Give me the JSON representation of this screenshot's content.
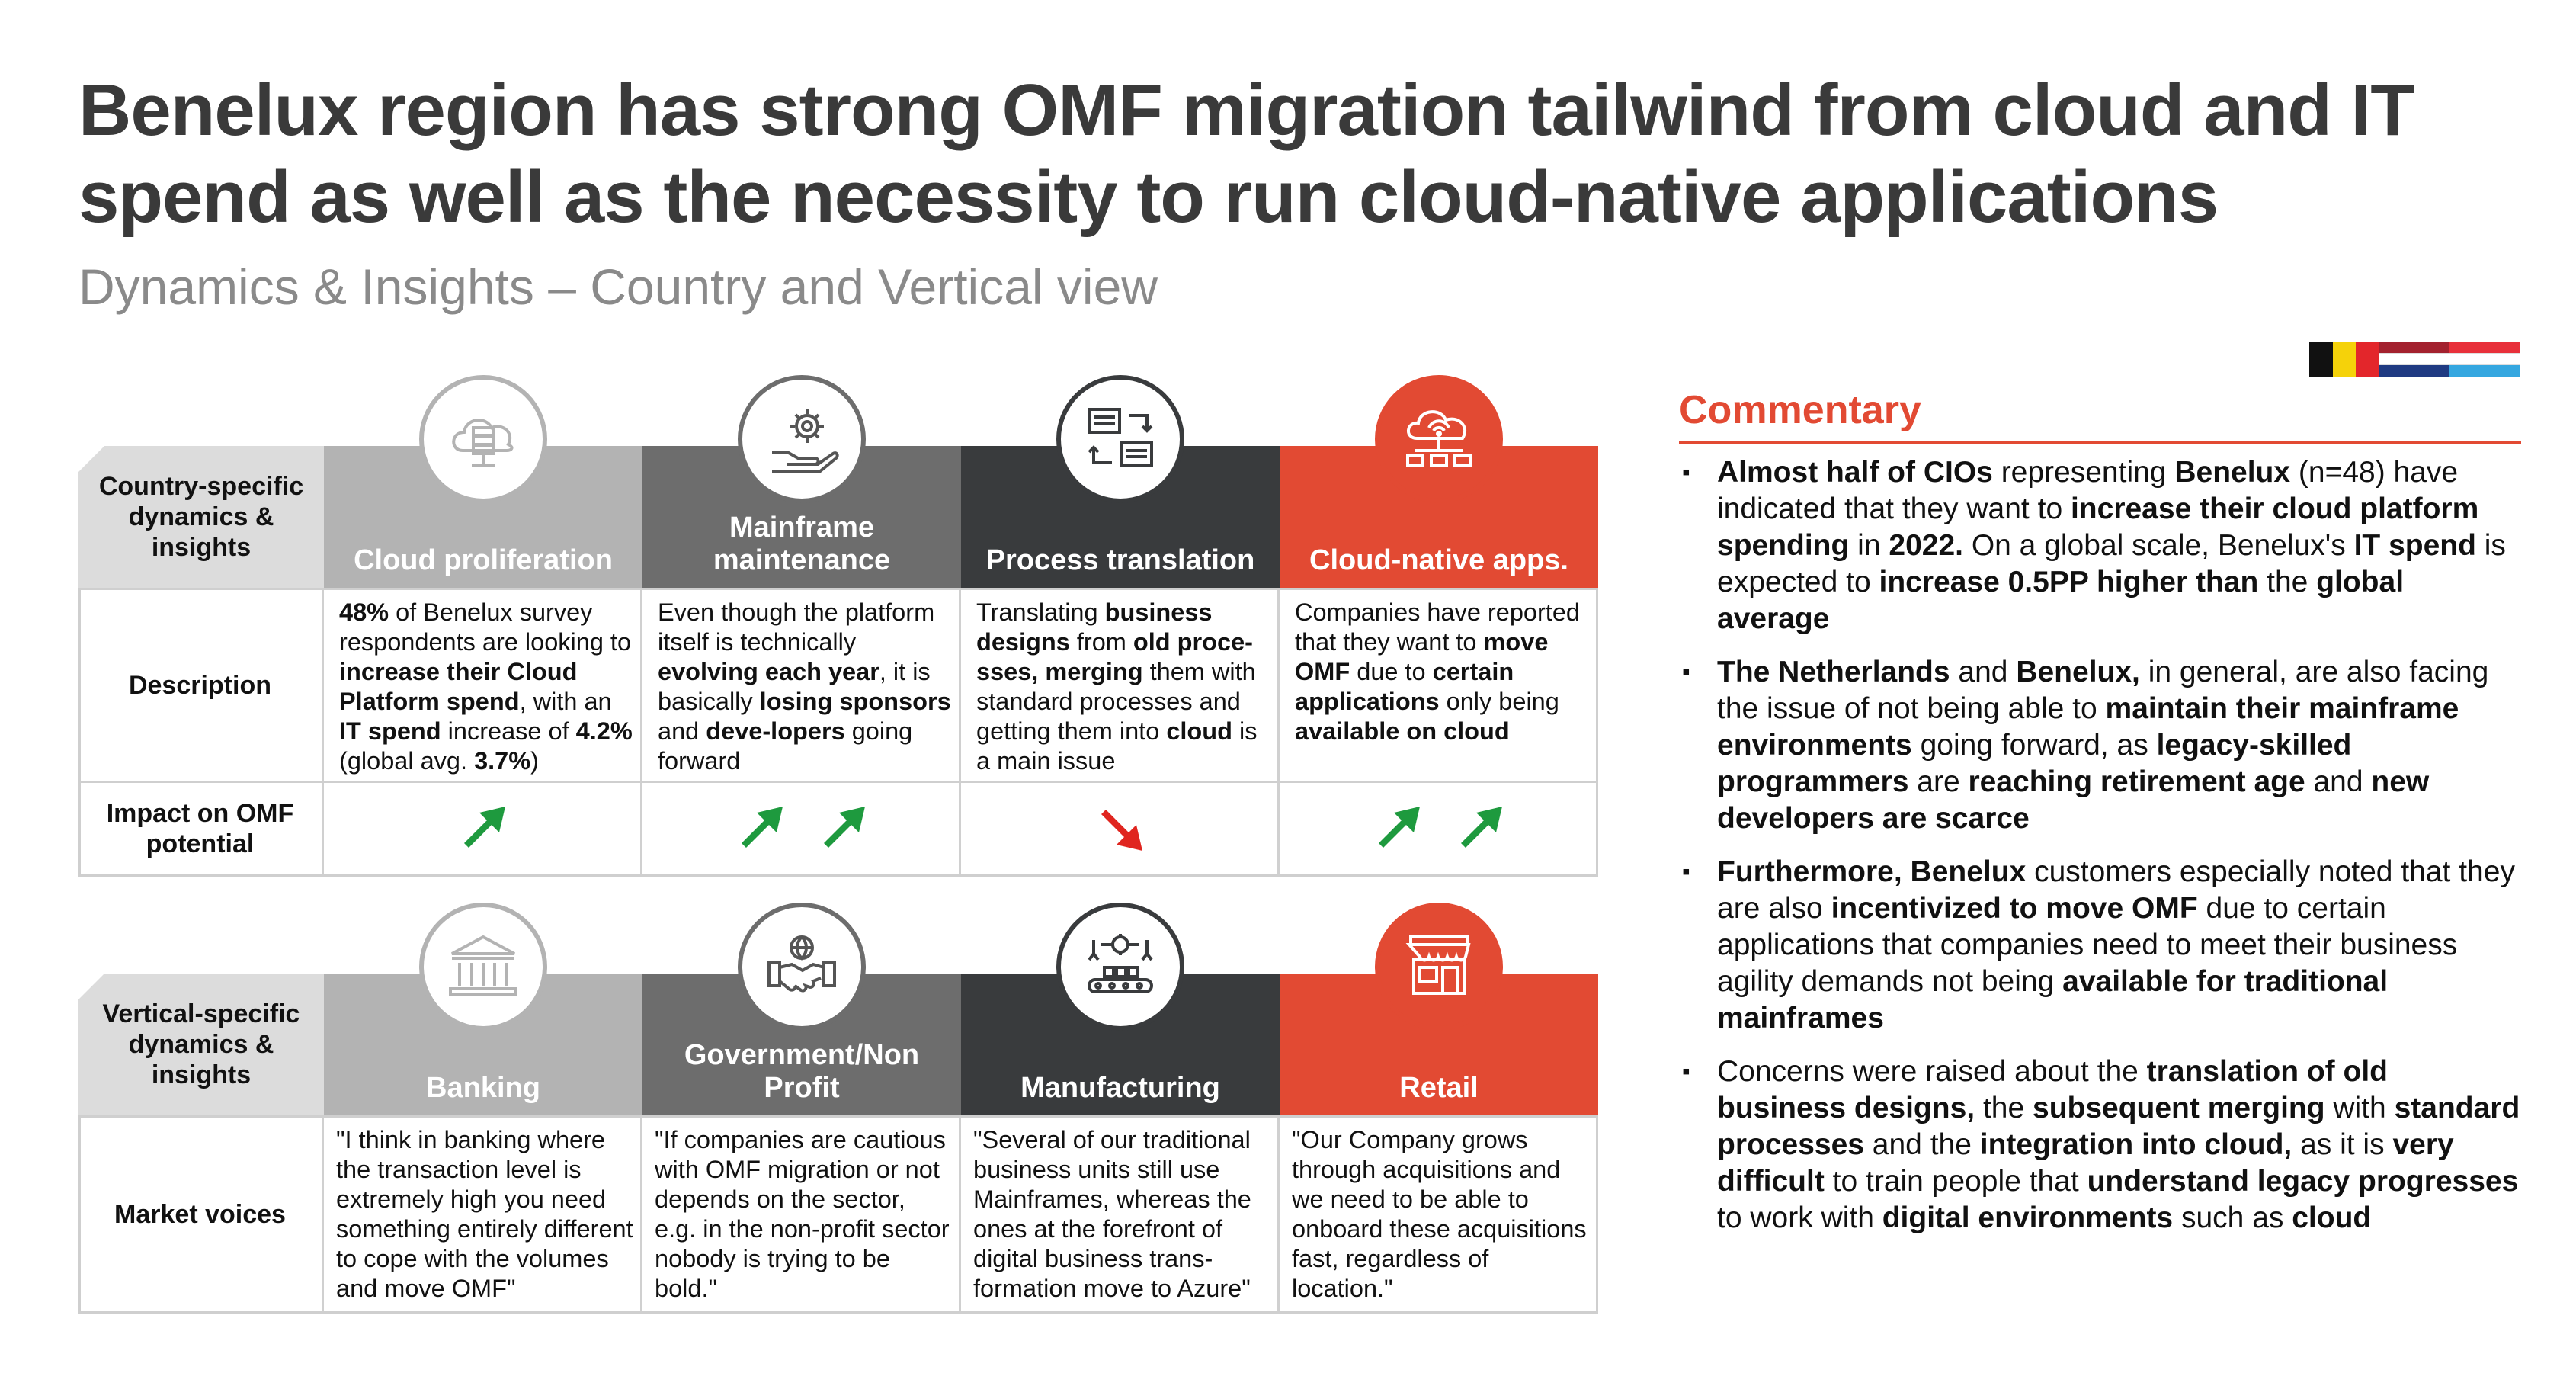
{
  "title": "Benelux region has strong OMF migration tailwind from cloud and IT spend as well as the necessity to run cloud-native applications",
  "subtitle": "Dynamics & Insights – Country and Vertical view",
  "colors": {
    "accent_red": "#e24a33",
    "gray_light": "#b3b3b3",
    "gray_mid": "#6d6d6d",
    "gray_dark": "#393b3d"
  },
  "flags": [
    "Belgium",
    "Netherlands",
    "Luxembourg"
  ],
  "country_table": {
    "row_header": "Country-specific dynamics & insights",
    "columns": [
      {
        "label": "Cloud proliferation",
        "icon": "cloud-server-icon"
      },
      {
        "label": "Mainframe maintenance",
        "icon": "gear-hand-icon"
      },
      {
        "label": "Process translation",
        "icon": "document-exchange-icon"
      },
      {
        "label": "Cloud-native apps.",
        "icon": "cloud-network-icon"
      }
    ],
    "description_label": "Description",
    "descriptions": [
      "<b>48%</b> of Benelux survey respondents are looking to <b>increase their Cloud Platform spend</b>, with an <b>IT spend</b> increase of <b>4.2%</b> (global avg. <b>3.7%</b>)",
      "Even though the platform itself is technically <b>evolving each year</b>, it is basically <b>losing sponsors</b> and <b>deve-lopers</b> going forward",
      "Translating <b>business designs</b> from <b>old proce-sses, merging</b> them with standard processes and getting them into <b>cloud</b> is a main issue",
      "Companies have reported that they want to <b>move OMF</b> due to <b>certain applications</b> only being <b>available on cloud</b>"
    ],
    "impact_label": "Impact on OMF potential",
    "impact": [
      {
        "direction": "up",
        "count": 1
      },
      {
        "direction": "up",
        "count": 2
      },
      {
        "direction": "down",
        "count": 1
      },
      {
        "direction": "up",
        "count": 2
      }
    ]
  },
  "vertical_table": {
    "row_header": "Vertical-specific dynamics & insights",
    "columns": [
      {
        "label": "Banking",
        "icon": "bank-icon"
      },
      {
        "label": "Government/Non Profit",
        "icon": "handshake-globe-icon"
      },
      {
        "label": "Manufacturing",
        "icon": "assembly-line-icon"
      },
      {
        "label": "Retail",
        "icon": "storefront-icon"
      }
    ],
    "voices_label": "Market voices",
    "voices": [
      "\"I think in banking where the transaction level is extremely high you need something entirely different to cope with the volumes and move OMF\"",
      "\"If companies are cautious with OMF migration or not depends on the sector, e.g. in the non-profit sector nobody is trying to be bold.\"",
      "\"Several of our traditional business units still use Mainframes, whereas the ones at the forefront of digital business trans-formation move to Azure\"",
      "\"Our Company grows through acquisitions and we need to be able to onboard these acquisitions fast, regardless of location.\""
    ]
  },
  "commentary": {
    "title": "Commentary",
    "bullets": [
      "<b>Almost half of CIOs</b> representing <b>Benelux</b> (n=48) have indicated that they want to <b>increase their cloud platform spending</b> in <b>2022.</b> On a global scale, Benelux's <b>IT spend</b> is expected to <b>increase 0.5PP higher than</b> the <b>global average</b>",
      "<b>The Netherlands</b> and <b>Benelux,</b> in general, are also facing the issue of not being able to <b>maintain their mainframe environments</b> going forward, as <b>legacy-skilled programmers</b> are <b>reaching retirement age</b> and <b>new developers are scarce</b>",
      "<b>Furthermore, Benelux</b> customers especially noted that they are also <b>incentivized to move OMF</b> due to certain applications that companies need to meet their business agility demands not being <b>available for traditional mainframes</b>",
      "Concerns were raised about the <b>translation of old business designs,</b> the <b>subsequent merging</b> with <b>standard processes</b> and the <b>integration into cloud,</b> as it is <b>very difficult</b> to train people that <b>understand legacy progresses</b> to work with <b>digital environments</b> such as <b>cloud</b>"
    ]
  }
}
